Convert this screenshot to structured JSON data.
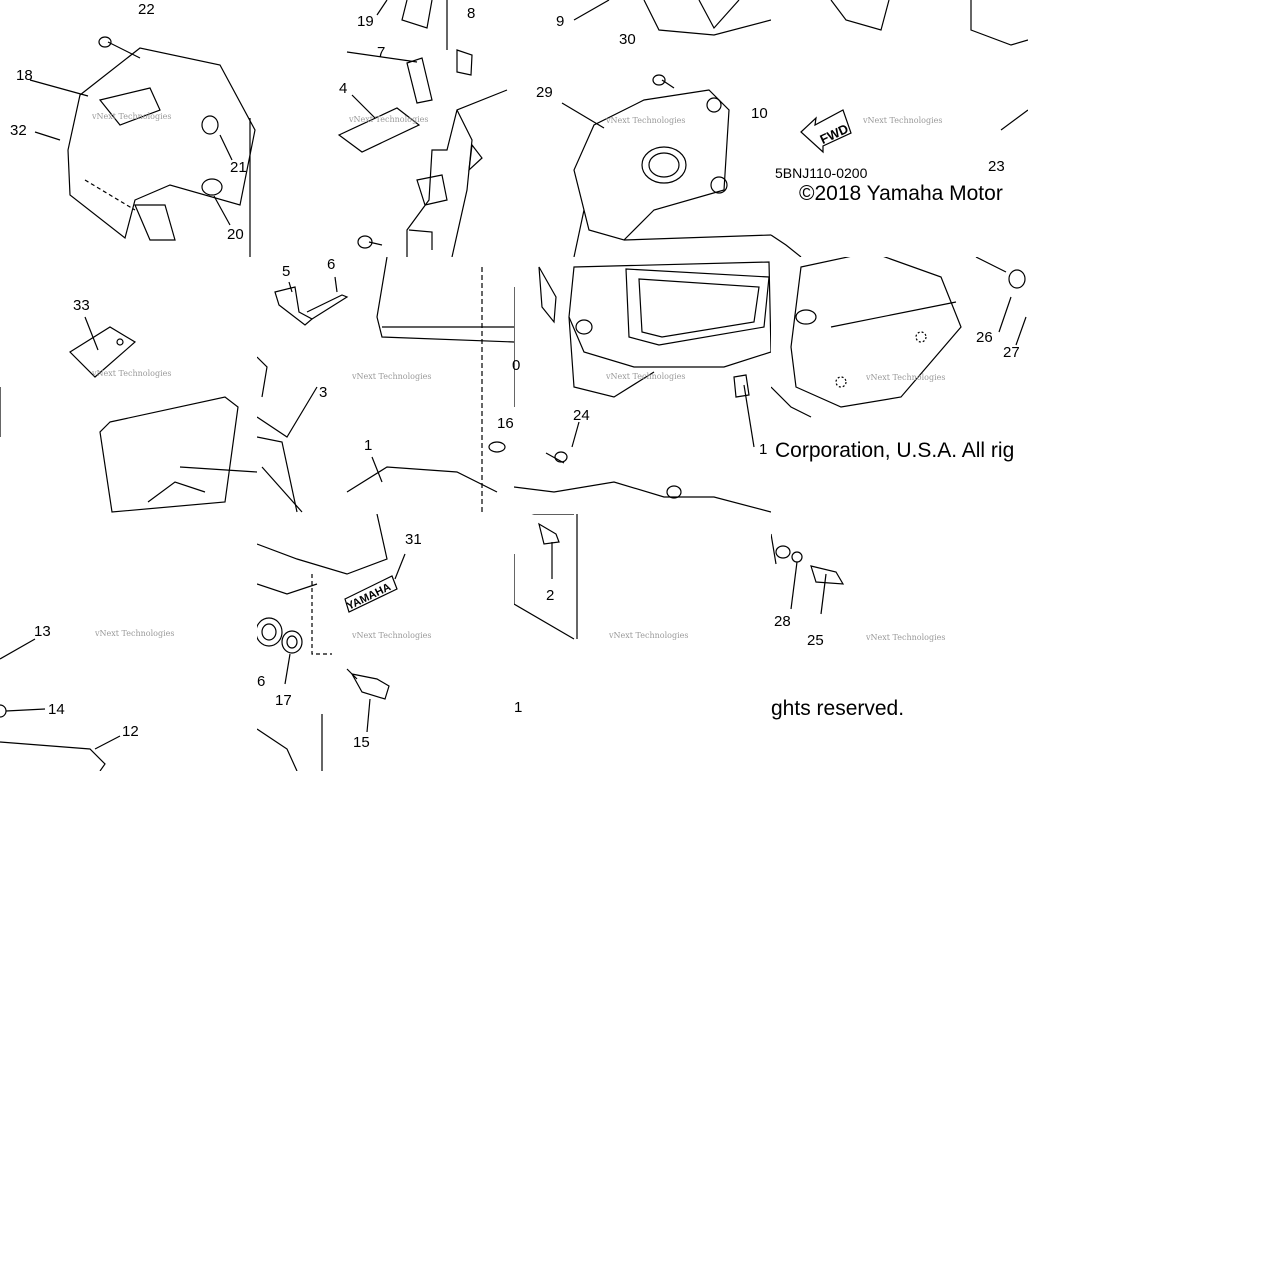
{
  "diagram": {
    "part_code": "5BNJ110-0200",
    "copyright_line1": "©2018 Yamaha Motor",
    "copyright_line2": "Corporation, U.S.A. All rig",
    "copyright_line3": "ghts reserved.",
    "fwd_label": "FWD",
    "emblem_text": "YAMAHA",
    "watermark_line1": "vNext Technologies",
    "watermark_line2": "Technologies",
    "callouts": [
      "22",
      "19",
      "8",
      "9",
      "30",
      "18",
      "7",
      "4",
      "29",
      "10",
      "32",
      "21",
      "20",
      "23",
      "5",
      "6",
      "33",
      "3",
      "26",
      "27",
      "1",
      "24",
      "16",
      "31",
      "2",
      "13",
      "28",
      "25",
      "14",
      "12",
      "17",
      "15"
    ],
    "partial_labels": [
      "6",
      "0",
      "1",
      "1"
    ]
  }
}
